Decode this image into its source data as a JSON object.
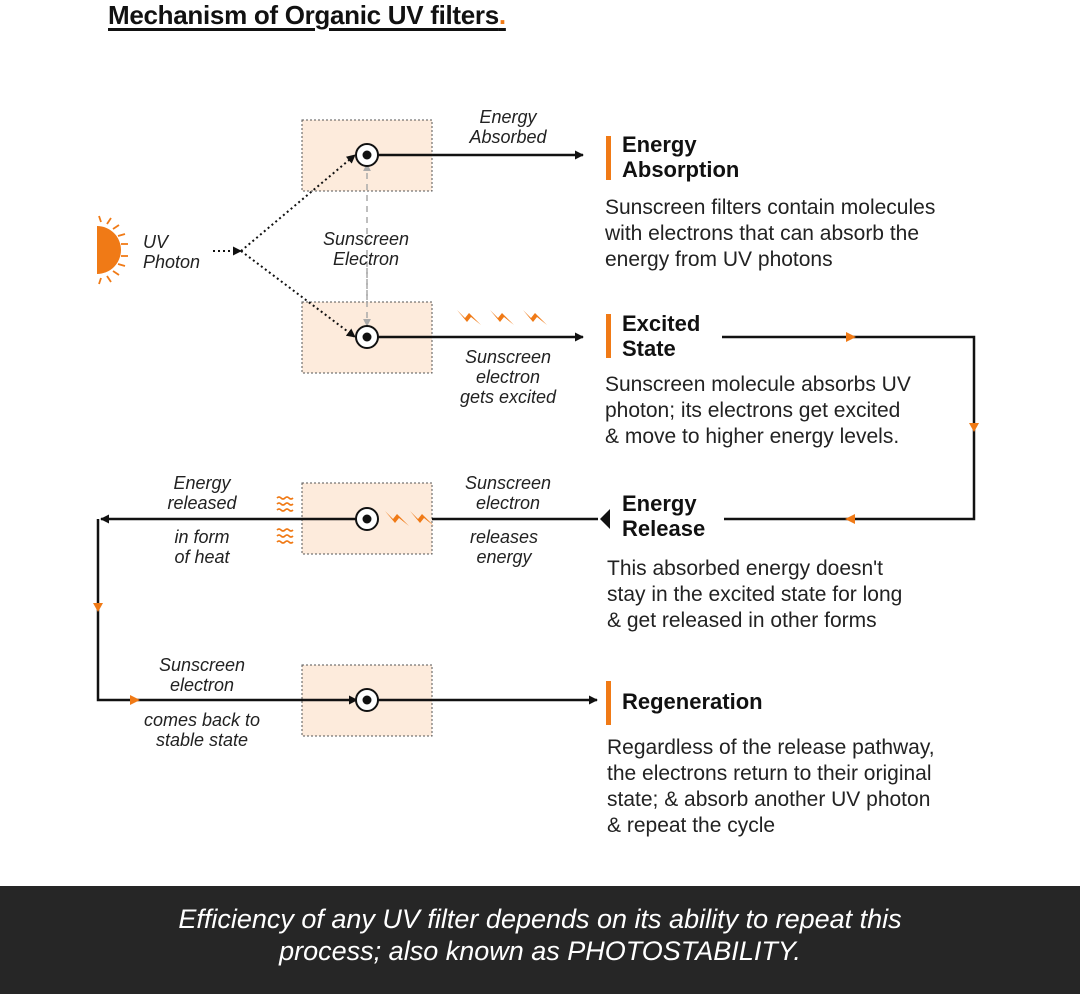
{
  "title": "Mechanism of Organic UV filters",
  "title_dot": ".",
  "labels": {
    "uv_photon": [
      "UV",
      "Photon"
    ],
    "sunscreen_electron": [
      "Sunscreen",
      "Electron"
    ],
    "energy_absorbed": [
      "Energy",
      "Absorbed"
    ],
    "gets_excited": [
      "Sunscreen",
      "electron",
      "gets excited"
    ],
    "releases_energy_top": [
      "Sunscreen",
      "electron"
    ],
    "releases_energy_bottom": [
      "releases",
      "energy"
    ],
    "energy_released_top": [
      "Energy",
      "released"
    ],
    "energy_released_bottom": [
      "in form",
      "of heat"
    ],
    "comes_back_top": [
      "Sunscreen",
      "electron"
    ],
    "comes_back_bottom": [
      "comes back to",
      "stable state"
    ]
  },
  "stages": [
    {
      "heading": [
        "Energy",
        "Absorption"
      ],
      "description": [
        "Sunscreen filters contain molecules",
        "with electrons that can absorb the",
        "energy from UV photons"
      ]
    },
    {
      "heading": [
        "Excited",
        "State"
      ],
      "description": [
        "Sunscreen molecule absorbs UV",
        "photon; its electrons get excited",
        "& move to higher energy levels."
      ]
    },
    {
      "heading": [
        "Energy",
        "Release"
      ],
      "description": [
        "This absorbed energy doesn't",
        "stay in the excited state for long",
        "& get released in other forms"
      ]
    },
    {
      "heading": [
        "Regeneration"
      ],
      "description": [
        "Regardless of the release pathway,",
        "the electrons return to their original",
        "state; & absorb another UV photon",
        "& repeat the cycle"
      ]
    }
  ],
  "footer": [
    "Efficiency of any UV filter depends on its ability to repeat this",
    "process; also known as PHOTOSTABILITY."
  ],
  "icons": {
    "sun": "sun-icon",
    "lightning": "lightning-bolt-icon",
    "heat": "heat-wave-icon",
    "electron": "electron-icon",
    "arrow": "arrow-icon"
  },
  "colors": {
    "accent": "#f07a16",
    "box_fill": "#fdebdc",
    "line": "#111111",
    "footer_bg": "#262626",
    "footer_text": "#ffffff"
  }
}
